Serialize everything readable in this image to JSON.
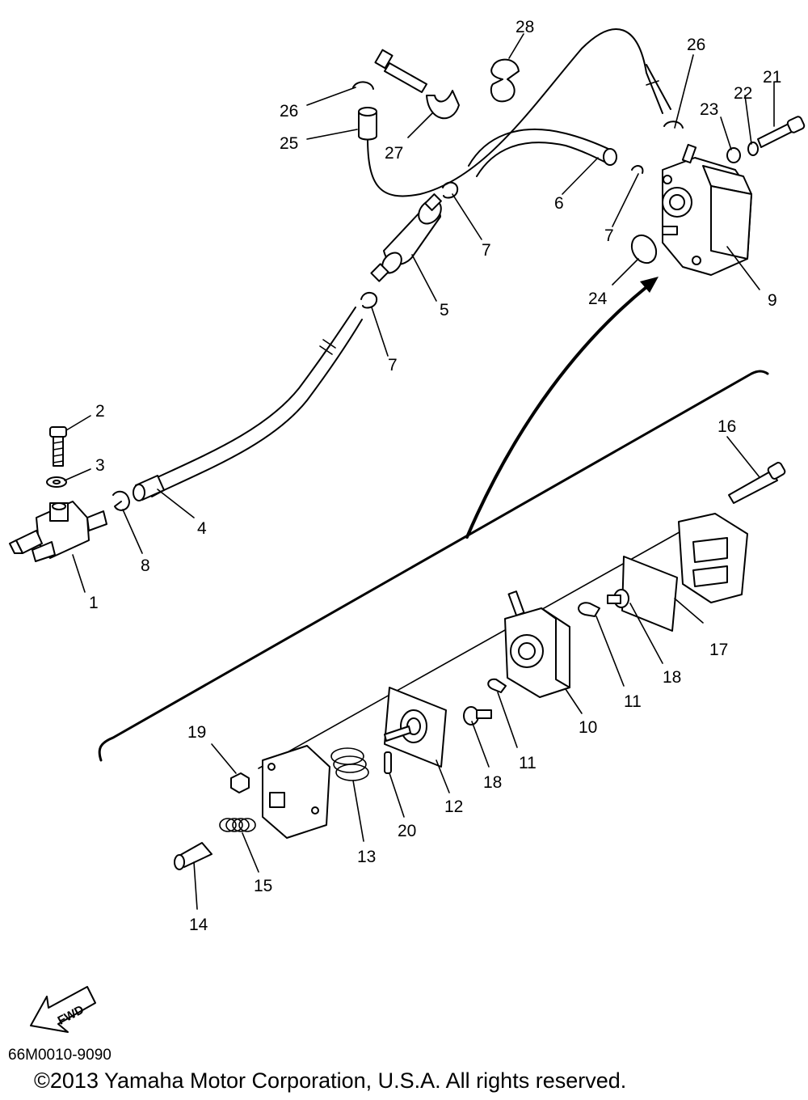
{
  "diagram": {
    "callouts": {
      "c1": "1",
      "c2": "2",
      "c3": "3",
      "c4": "4",
      "c5": "5",
      "c6": "6",
      "c7a": "7",
      "c7b": "7",
      "c7c": "7",
      "c8": "8",
      "c9": "9",
      "c10": "10",
      "c11a": "11",
      "c11b": "11",
      "c12": "12",
      "c13": "13",
      "c14": "14",
      "c15": "15",
      "c16": "16",
      "c17": "17",
      "c18a": "18",
      "c18b": "18",
      "c19": "19",
      "c20": "20",
      "c21": "21",
      "c22": "22",
      "c23": "23",
      "c24": "24",
      "c25": "25",
      "c26a": "26",
      "c26b": "26",
      "c27": "27",
      "c28": "28"
    },
    "fwd_label": "FWD",
    "diagram_code": "66M0010-9090",
    "copyright": "©2013 Yamaha Motor Corporation, U.S.A. All rights reserved."
  }
}
